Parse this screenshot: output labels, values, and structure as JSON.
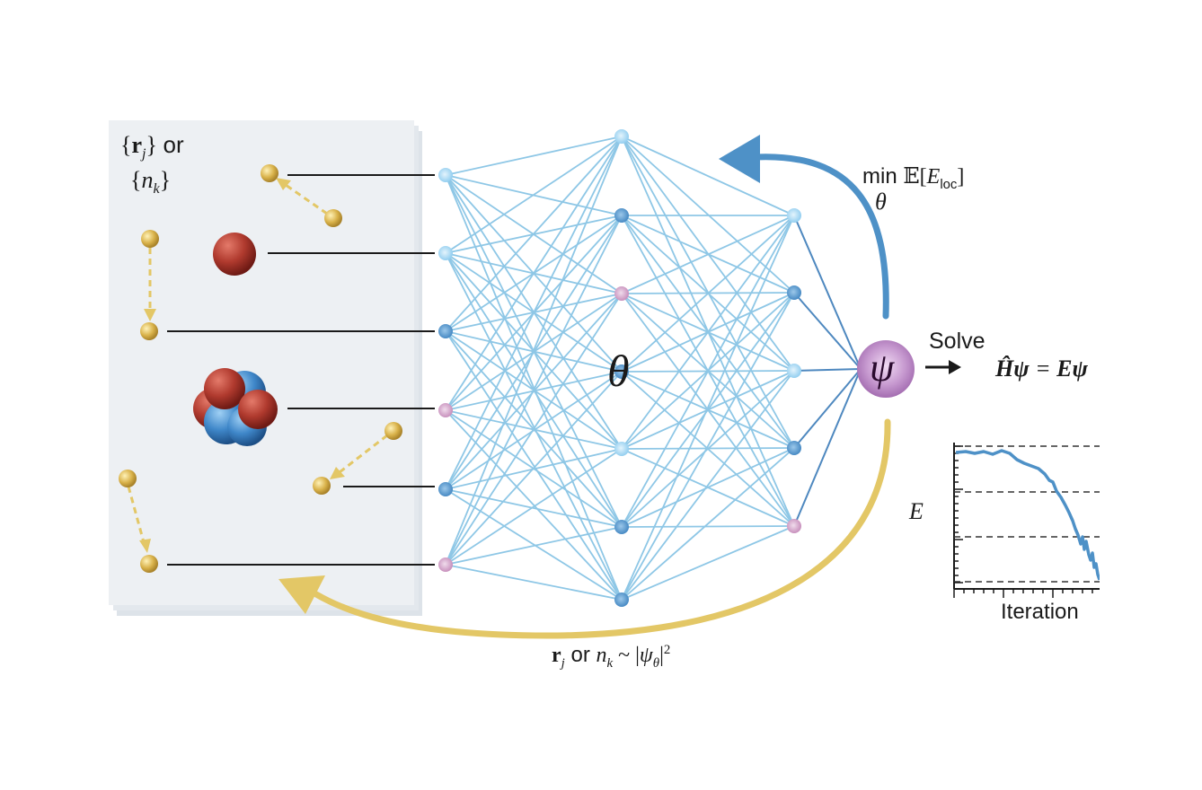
{
  "panel_label": {
    "r": "r",
    "r_sub": "j",
    "or": "or",
    "n": "n",
    "n_sub": "k"
  },
  "optimizer_label": {
    "min": "min",
    "theta": "θ",
    "expect": "𝔼[",
    "E": "E",
    "E_sub": "loc",
    "close": "]"
  },
  "network_label": "θ",
  "psi_label": "ψ",
  "solve_label": "Solve",
  "schrodinger": {
    "H": "Ĥψ",
    "eq": " = ",
    "Epsi": "Eψ"
  },
  "sampling_label": {
    "r": "r",
    "r_sub": "j",
    "or": " or ",
    "n": "n",
    "n_sub": "k",
    "tilde": " ~ |",
    "psi": "ψ",
    "psi_sub": "θ",
    "close": "|",
    "sup": "2"
  },
  "plot": {
    "ylabel": "E",
    "xlabel": "Iteration"
  },
  "colors": {
    "panel": "#eaeef2",
    "edge": "#8ec7e6",
    "node_light": "#a6d8f2",
    "node_dark": "#4e93cc",
    "node_pink": "#cc8fbf",
    "arrow_blue": "#4e91c7",
    "arrow_gold": "#e3c766",
    "electron": "#d9b24a",
    "proton": "#b03a2e",
    "neutron": "#3f87c9",
    "psi_fill": "#c28fcb"
  }
}
